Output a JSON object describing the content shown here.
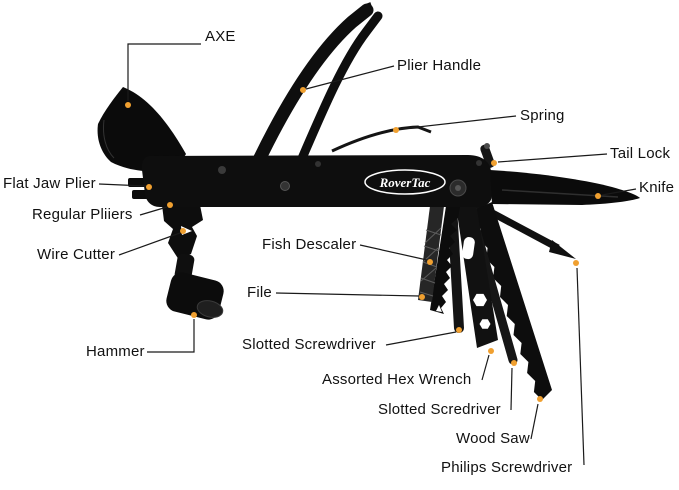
{
  "figure": {
    "brand": "RoverTac",
    "background": "#ffffff",
    "accent_color": "#f0a030",
    "line_color": "#1a1a1a"
  },
  "labels": [
    {
      "id": "axe",
      "text": "AXE"
    },
    {
      "id": "plier-handle",
      "text": "Plier Handle"
    },
    {
      "id": "spring",
      "text": "Spring"
    },
    {
      "id": "tail-lock",
      "text": "Tail Lock"
    },
    {
      "id": "knife",
      "text": "Knife"
    },
    {
      "id": "flat-jaw-plier",
      "text": "Flat Jaw Plier"
    },
    {
      "id": "regular-pliers",
      "text": "Regular Pliiers"
    },
    {
      "id": "wire-cutter",
      "text": "Wire Cutter"
    },
    {
      "id": "fish-descaler",
      "text": "Fish Descaler"
    },
    {
      "id": "file",
      "text": "File"
    },
    {
      "id": "hammer",
      "text": "Hammer"
    },
    {
      "id": "slotted-screwdriver",
      "text": "Slotted Screwdriver"
    },
    {
      "id": "assorted-hex-wrench",
      "text": "Assorted Hex Wrench"
    },
    {
      "id": "slotted-scredriver",
      "text": "Slotted Scredriver"
    },
    {
      "id": "wood-saw",
      "text": "Wood Saw"
    },
    {
      "id": "philips-screwdriver",
      "text": "Philips Screwdriver"
    }
  ]
}
